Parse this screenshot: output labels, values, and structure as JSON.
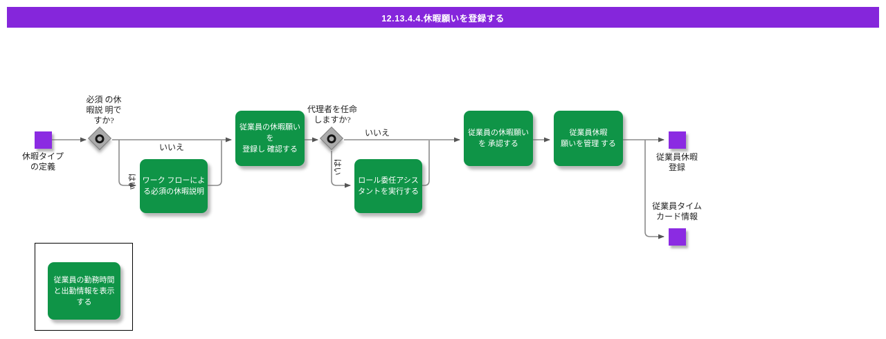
{
  "header": {
    "title": "12.13.4.4.休暇願いを登録する"
  },
  "colors": {
    "header_purple": "#8526DB",
    "event_purple": "#8B2BE2",
    "task_green": "#0F9447",
    "gateway_gray": "#ABABAB",
    "line_gray": "#8A8A8A"
  },
  "nodes": {
    "start_event": {
      "label": "休暇タイプ\nの定義"
    },
    "gateway1": {
      "question": "必須 の休\n暇説 明で\nすか?"
    },
    "task_workflow": {
      "label": "ワーク フローによ\nる必須の休暇説明"
    },
    "task_register": {
      "label": "従業員の休暇願いを\n登録し 確認する"
    },
    "gateway2": {
      "question": "代理者を任命\nしますか?"
    },
    "task_role": {
      "label": "ロール委任アシス\nタントを実行する"
    },
    "task_approve": {
      "label": "従業員の休暇願い\nを 承認する"
    },
    "task_manage": {
      "label": "従業員休暇\n願いを管理 する"
    },
    "end_registration": {
      "label": "従業員休暇\n登録"
    },
    "end_timecard": {
      "label": "従業員タイム\nカード情報"
    },
    "task_display": {
      "label": "従業員の勤務時間\nと出勤情報を表示\nする"
    }
  },
  "edges": {
    "no_label": "いいえ",
    "yes_label": "はい"
  }
}
